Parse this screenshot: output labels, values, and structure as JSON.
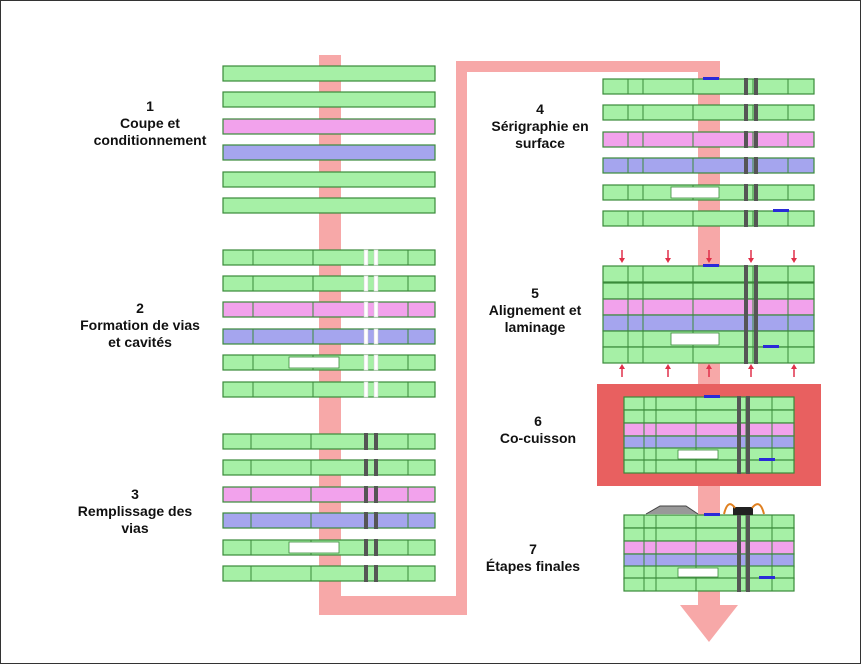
{
  "steps": [
    {
      "number": "1",
      "line1": "Coupe et",
      "line2": "conditionnement"
    },
    {
      "number": "2",
      "line1": "Formation de vias",
      "line2": "et cavités"
    },
    {
      "number": "3",
      "line1": "Remplissage des",
      "line2": "vias"
    },
    {
      "number": "4",
      "line1": "Sérigraphie en",
      "line2": "surface"
    },
    {
      "number": "5",
      "line1": "Alignement et",
      "line2": "laminage"
    },
    {
      "number": "6",
      "line1": "Co-cuisson",
      "line2": ""
    },
    {
      "number": "7",
      "line1": "Étapes finales",
      "line2": ""
    }
  ],
  "colors": {
    "flow_arrow": "#f7a8a8",
    "green_sheet": "#a6f0a6",
    "pink_sheet": "#f2a2ec",
    "blue_sheet": "#a5a5ee",
    "sheet_border": "#3a8a3a",
    "furnace": "#e86060",
    "conductor": "#2a2ad8",
    "via": "#555555",
    "press_arrow": "#e0304a"
  }
}
